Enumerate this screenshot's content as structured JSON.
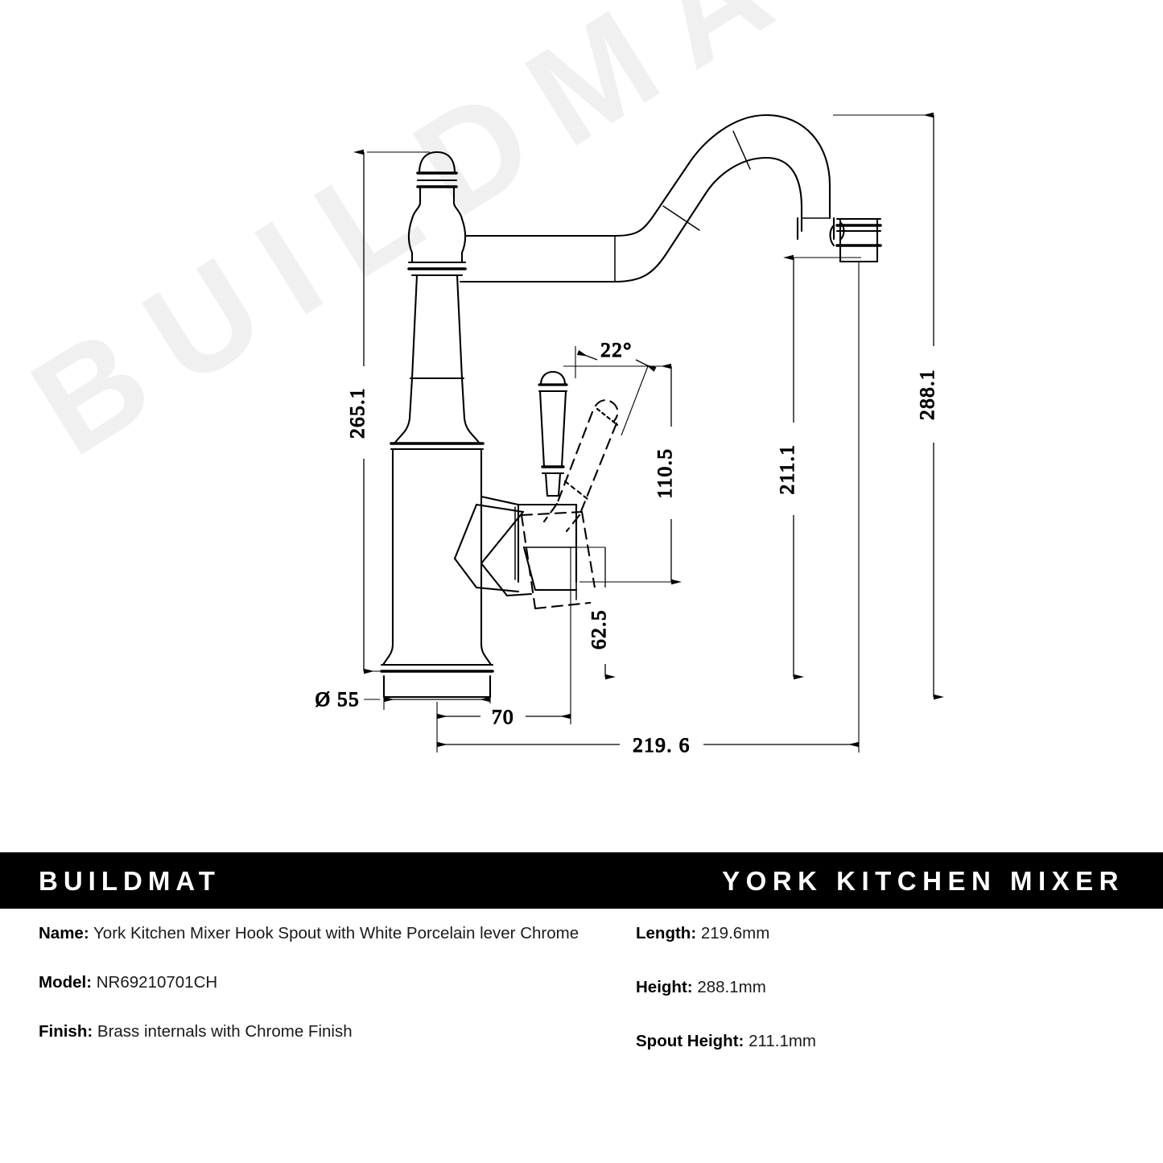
{
  "brand": {
    "logo": "BUILDMAT",
    "product_title": "YORK KITCHEN MIXER"
  },
  "specs": {
    "left": [
      {
        "label": "Name:",
        "value": "York Kitchen Mixer Hook Spout with White Porcelain lever Chrome"
      },
      {
        "label": "Model:",
        "value": "NR69210701CH"
      },
      {
        "label": "Finish:",
        "value": "Brass internals with Chrome Finish"
      }
    ],
    "right": [
      {
        "label": "Length:",
        "value": "219.6mm"
      },
      {
        "label": "Height:",
        "value": "288.1mm"
      },
      {
        "label": "Spout Height:",
        "value": "211.1mm"
      }
    ]
  },
  "watermark": {
    "text": "BUILDMAT"
  },
  "drawing": {
    "title": "York Kitchen Mixer technical dimension drawing",
    "line_color": "#000000",
    "dimensions": {
      "column_height": "265.1",
      "overall_height": "288.1",
      "spout_height": "211.1",
      "lever_height": "110.5",
      "lever_pivot_height": "62.5",
      "base_diameter": "Ø 55",
      "lever_offset": "70",
      "overall_length": "219. 6",
      "lever_angle": "22°"
    }
  }
}
